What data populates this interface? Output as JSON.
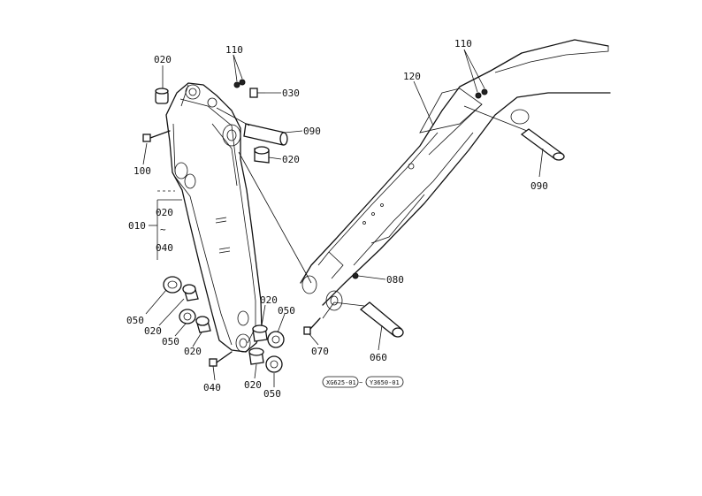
{
  "diagram": {
    "labels": {
      "p020_top": "020",
      "p110_left": "110",
      "p030": "030",
      "p090_left": "090",
      "p100": "100",
      "p020_mid": "020",
      "p010": "010",
      "p020_range": "020",
      "range_tilde": "~",
      "p040_range": "040",
      "p050_a": "050",
      "p020_a": "020",
      "p050_b": "050",
      "p020_b": "020",
      "p040": "040",
      "p020_c": "020",
      "p050_c": "050",
      "p020_d": "020",
      "p050_d": "050",
      "p110_right": "110",
      "p120": "120",
      "p090_right": "090",
      "p080": "080",
      "p070": "070",
      "p060": "060"
    },
    "refs": {
      "ref_a": "XG625-01",
      "ref_sep": "~",
      "ref_b": "Y3650-01"
    }
  }
}
